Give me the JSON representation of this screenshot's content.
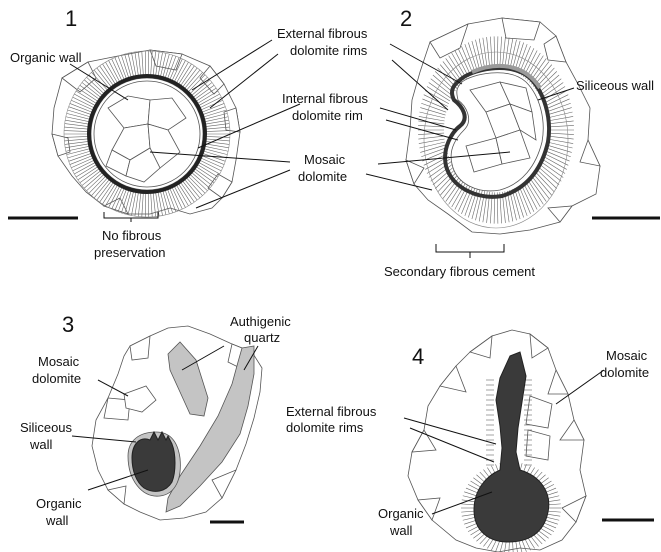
{
  "panels": [
    {
      "number": "1",
      "labels": {
        "organic_wall": "Organic wall",
        "external_rims": [
          "External fibrous",
          "dolomite rims"
        ],
        "internal_rim": [
          "Internal fibrous",
          "dolomite rim"
        ],
        "mosaic": [
          "Mosaic",
          "dolomite"
        ],
        "no_fibrous": [
          "No fibrous",
          "preservation"
        ]
      }
    },
    {
      "number": "2",
      "labels": {
        "siliceous_wall": "Siliceous wall",
        "secondary_cement": "Secondary fibrous cement"
      }
    },
    {
      "number": "3",
      "labels": {
        "authigenic_quartz": [
          "Authigenic",
          "quartz"
        ],
        "mosaic": [
          "Mosaic",
          "dolomite"
        ],
        "siliceous_wall": [
          "Siliceous",
          "wall"
        ],
        "organic_wall": [
          "Organic",
          "wall"
        ]
      }
    },
    {
      "number": "4",
      "labels": {
        "mosaic": [
          "Mosaic",
          "dolomite"
        ],
        "external_rims": [
          "External fibrous",
          "dolomite rims"
        ],
        "organic_wall": [
          "Organic",
          "wall"
        ]
      }
    }
  ],
  "colors": {
    "organic": "#3a3a3a",
    "quartz": "#c4c4c4",
    "outline": "#555555"
  }
}
